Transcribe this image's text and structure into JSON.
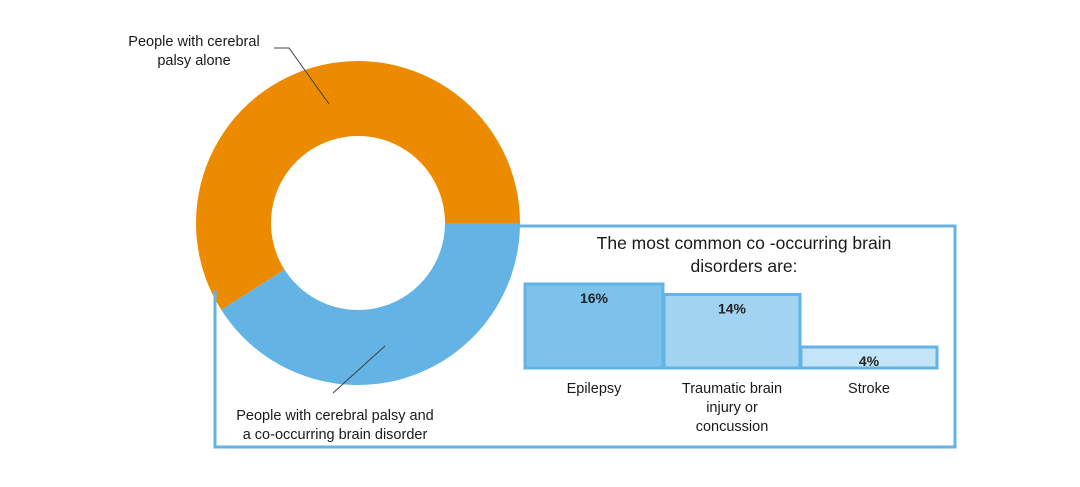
{
  "chart_data": [
    {
      "type": "pie",
      "title": "",
      "categories": [
        "People with cerebral palsy alone",
        "People with cerebral palsy and a co-occurring brain disorder"
      ],
      "label_lines": [
        [
          "People with cerebral",
          "palsy alone"
        ],
        [
          "People with cerebral palsy and",
          "a co-occurring brain disorder"
        ]
      ],
      "values": [
        59,
        41
      ],
      "colors": [
        "#ED8B00",
        "#63B3E4"
      ],
      "donut": true
    },
    {
      "type": "bar",
      "title_lines": [
        "The most common co -occurring brain",
        "disorders are:"
      ],
      "categories": [
        "Epilepsy",
        "Traumatic brain injury or concussion",
        "Stroke"
      ],
      "category_lines": [
        [
          "Epilepsy"
        ],
        [
          "Traumatic brain",
          "injury or",
          "concussion"
        ],
        [
          "Stroke"
        ]
      ],
      "values": [
        16,
        14,
        4
      ],
      "value_labels": [
        "16%",
        "14%",
        "4%"
      ],
      "unit": "%",
      "colors": [
        "#7CC2EB",
        "#A2D4F2",
        "#C4E4F8"
      ],
      "border_color": "#63B3E4",
      "ylim": [
        0,
        16
      ]
    }
  ]
}
